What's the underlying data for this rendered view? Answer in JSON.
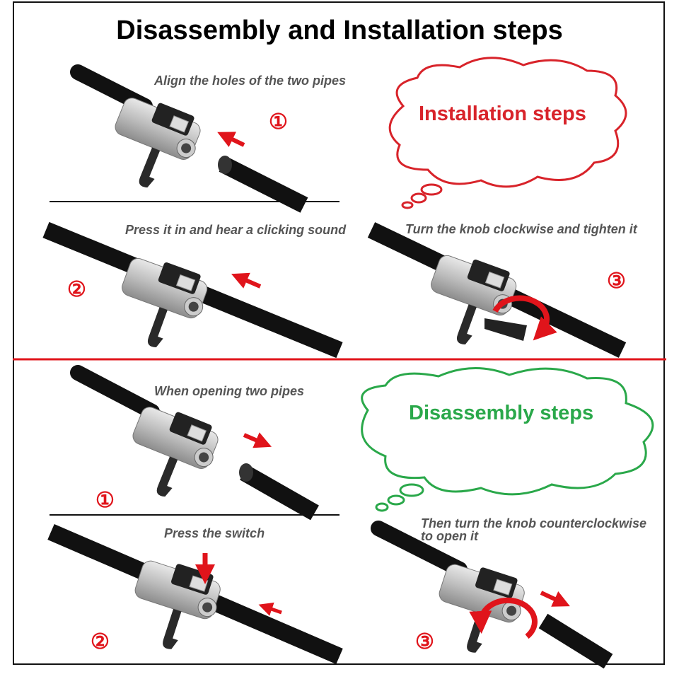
{
  "title": "Disassembly and Installation steps",
  "colors": {
    "installation": "#d8232a",
    "disassembly": "#2aa84a",
    "arrow": "#e0141b",
    "caption": "#555555",
    "divider": "#e0141b"
  },
  "installation": {
    "heading": "Installation steps",
    "steps": [
      {
        "number": "①",
        "caption": "Align the holes of the two pipes"
      },
      {
        "number": "②",
        "caption": "Press it in and hear a clicking sound"
      },
      {
        "number": "③",
        "caption": "Turn the knob clockwise and tighten it"
      }
    ]
  },
  "disassembly": {
    "heading": "Disassembly steps",
    "steps": [
      {
        "number": "①",
        "caption": "When opening two pipes"
      },
      {
        "number": "②",
        "caption": "Press the switch"
      },
      {
        "number": "③",
        "caption": "Then turn the knob counterclockwise",
        "caption_line2": "to open it"
      }
    ]
  }
}
